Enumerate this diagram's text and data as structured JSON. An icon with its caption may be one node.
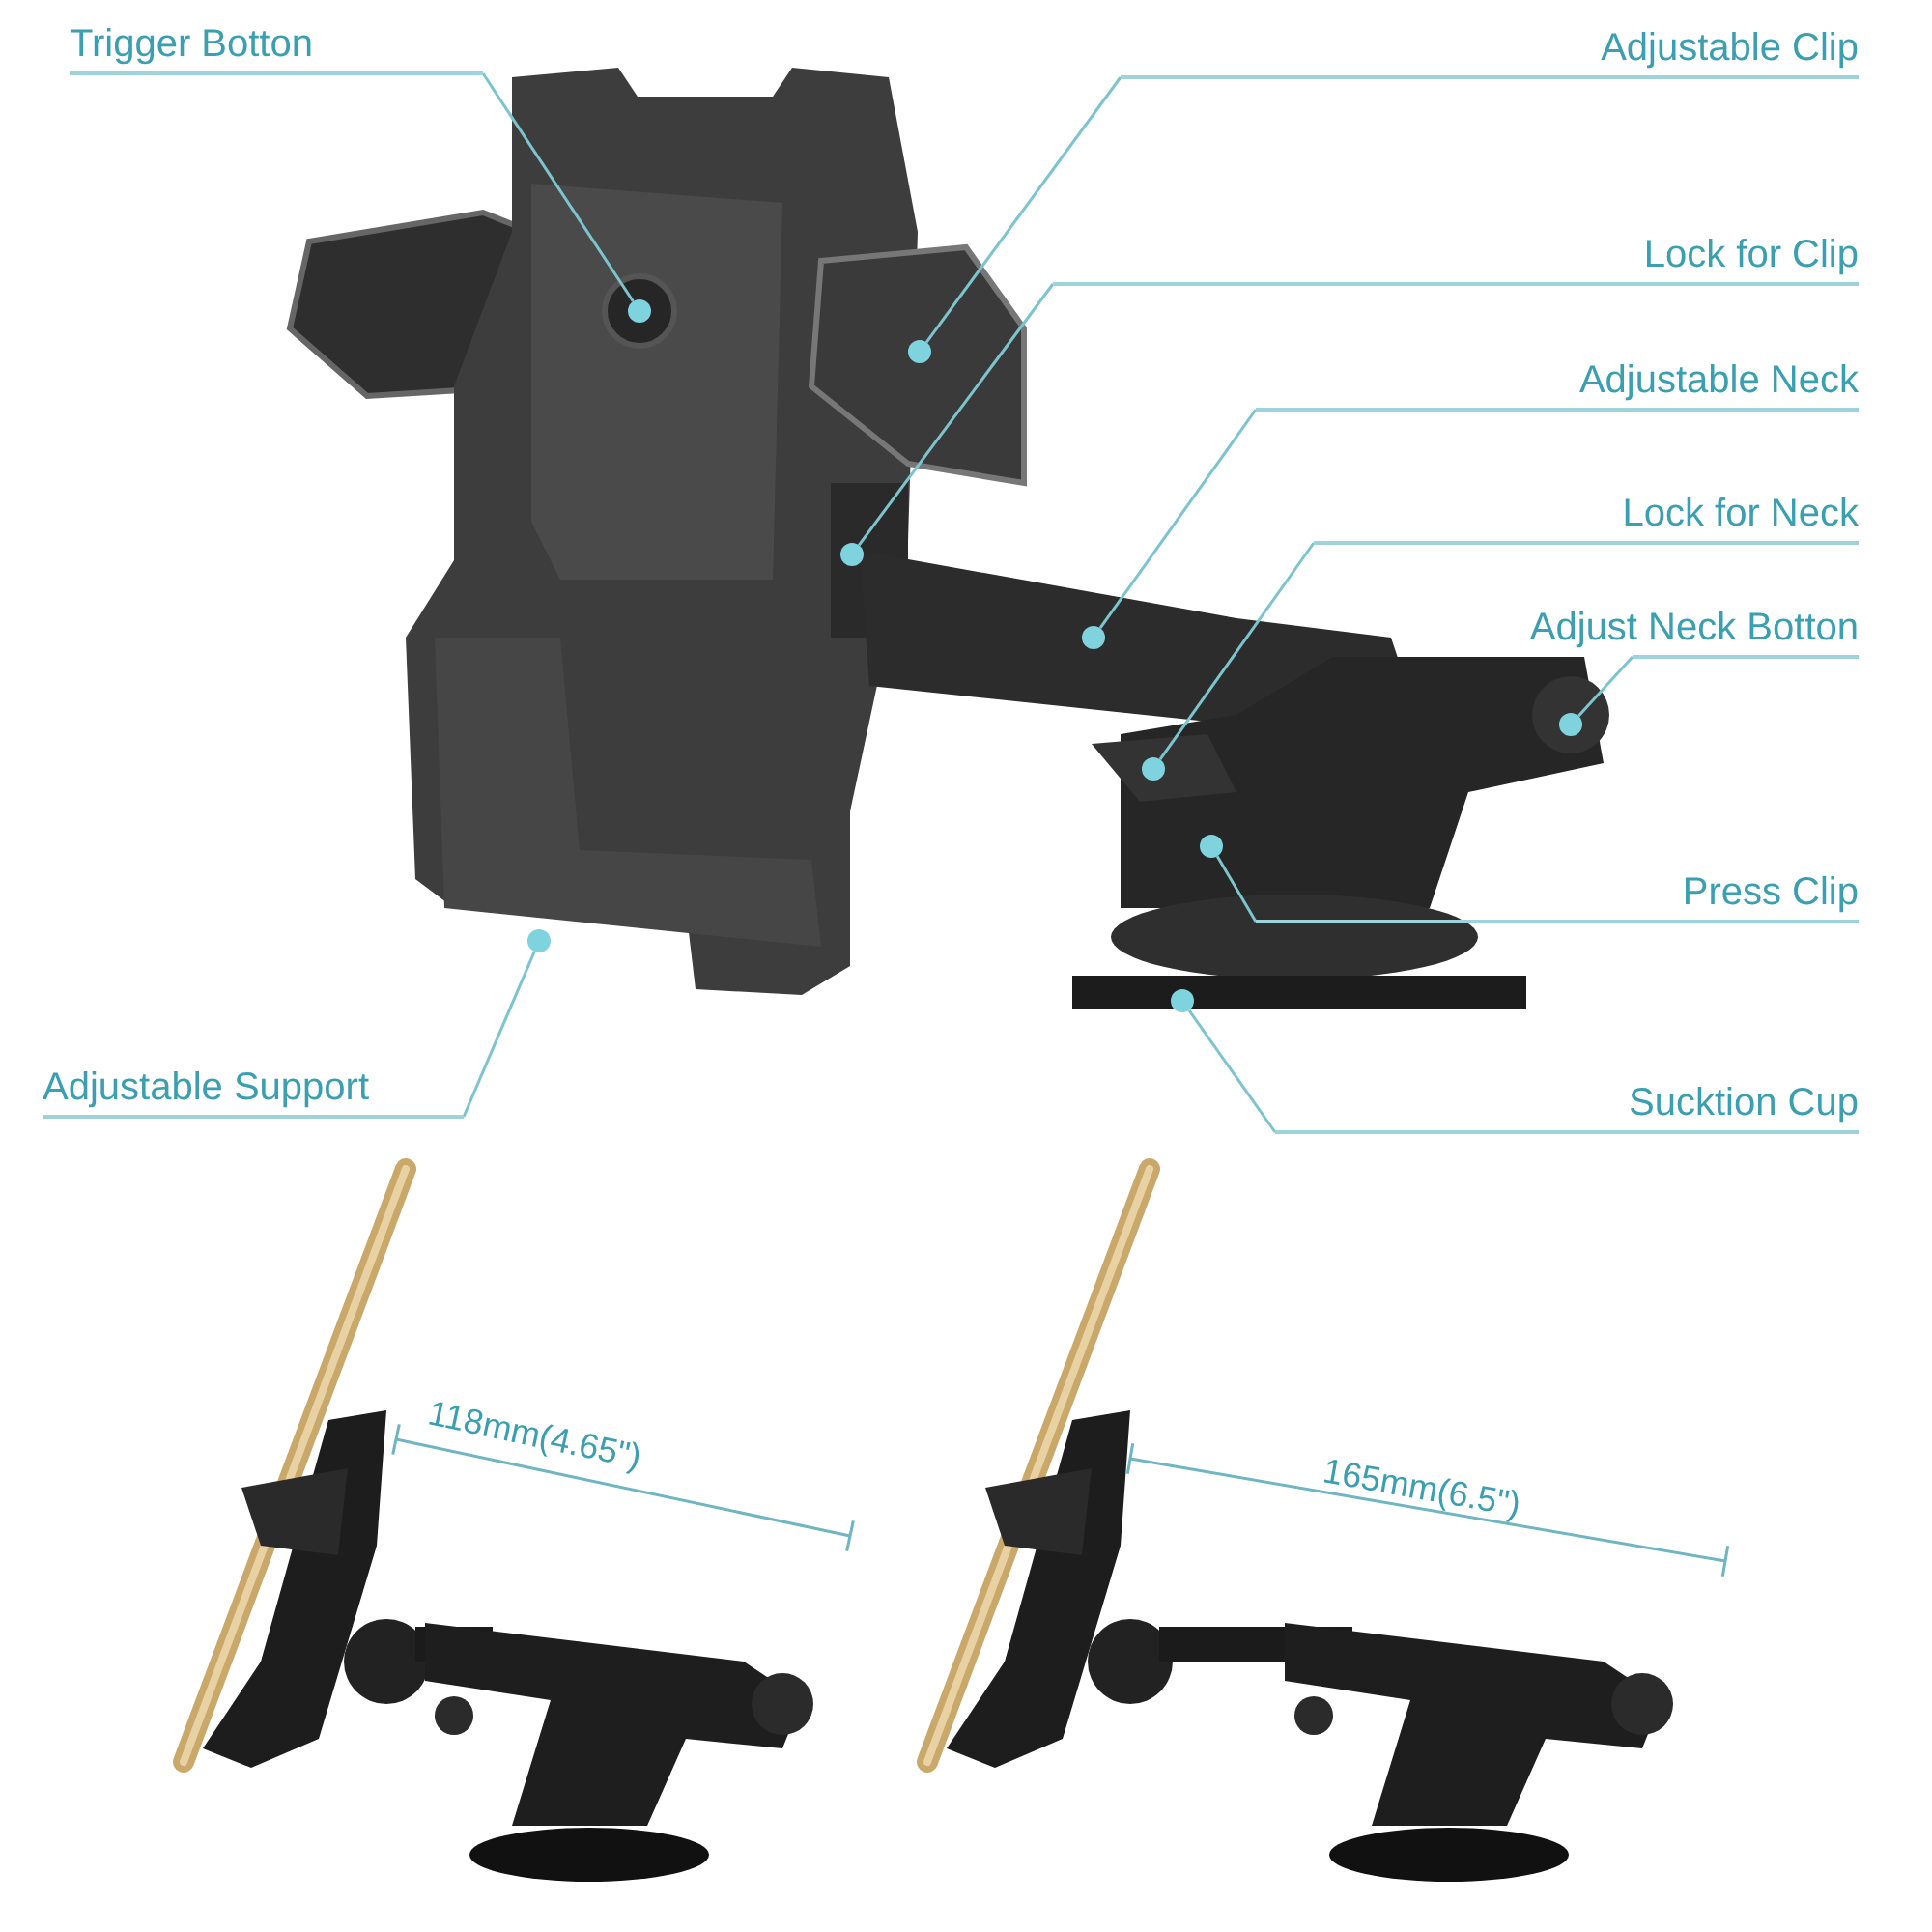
{
  "diagram": {
    "nodes": [
      {
        "text": [
          "Trigger Botton"
        ]
      },
      {
        "text": [
          "Adjustable Clip"
        ]
      },
      {
        "text": [
          "Lock for Clip"
        ]
      },
      {
        "text": [
          "Adjustable Neck"
        ]
      },
      {
        "text": [
          "Lock for Neck"
        ]
      },
      {
        "text": [
          "Adjust Neck Botton"
        ]
      },
      {
        "text": [
          "Press Clip"
        ]
      },
      {
        "text": [
          "Sucktion Cup"
        ]
      },
      {
        "text": [
          "Adjustable Support"
        ]
      },
      {
        "text": [],
        "shape": "circle"
      },
      {
        "text": [],
        "shape": "circle"
      },
      {
        "text": [],
        "shape": "circle"
      },
      {
        "text": [],
        "shape": "circle"
      },
      {
        "text": [],
        "shape": "circle"
      },
      {
        "text": [],
        "shape": "circle"
      },
      {
        "text": [],
        "shape": "circle"
      },
      {
        "text": [],
        "shape": "circle"
      },
      {
        "text": [],
        "shape": "circle"
      }
    ],
    "edges": [
      {
        "from": 0,
        "to": 9,
        "arrow": "none"
      },
      {
        "from": 1,
        "to": 10,
        "arrow": "none"
      },
      {
        "from": 2,
        "to": 11,
        "arrow": "none"
      },
      {
        "from": 3,
        "to": 12,
        "arrow": "none"
      },
      {
        "from": 4,
        "to": 13,
        "arrow": "none"
      },
      {
        "from": 5,
        "to": 14,
        "arrow": "none"
      },
      {
        "from": 6,
        "to": 15,
        "arrow": "none"
      },
      {
        "from": 7,
        "to": 16,
        "arrow": "none"
      },
      {
        "from": 8,
        "to": 17,
        "arrow": "none"
      }
    ],
    "labels": [
      "118mm(4.65\")",
      "165mm(6.5\")"
    ]
  }
}
